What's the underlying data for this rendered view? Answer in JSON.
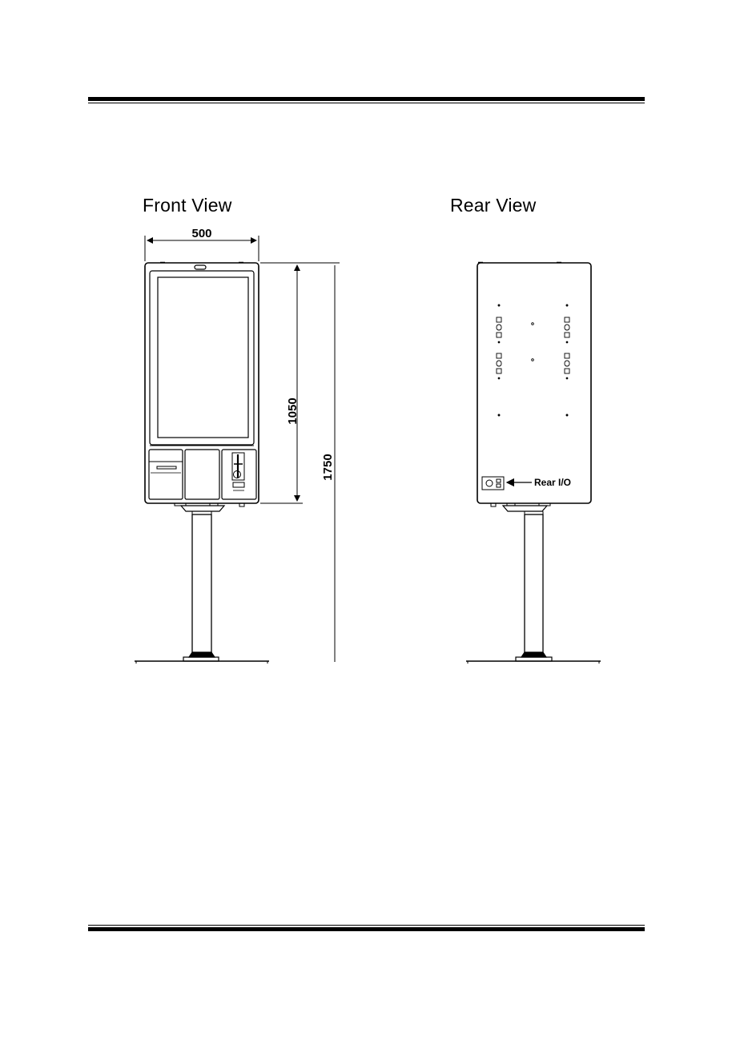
{
  "front_view": {
    "title": "Front View",
    "dim_width": "500",
    "dim_body_height": "1050",
    "dim_total_height": "1750"
  },
  "rear_view": {
    "title": "Rear View",
    "rear_io_label": "Rear I/O"
  }
}
